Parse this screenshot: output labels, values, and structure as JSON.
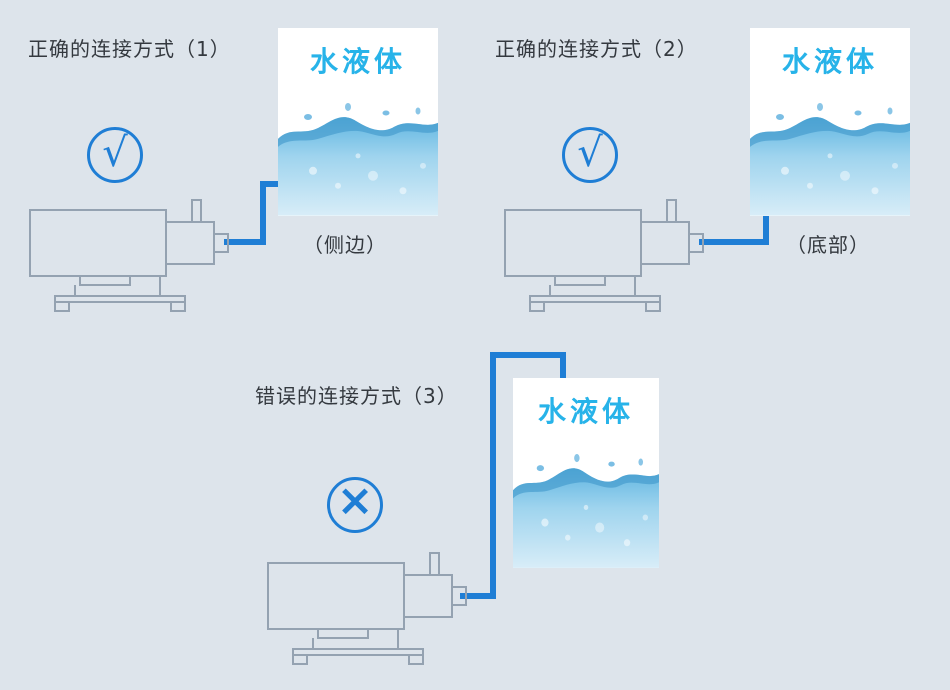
{
  "colors": {
    "background": "#dde4eb",
    "accent_blue": "#1f7ed5",
    "water_label": "#27b3e9",
    "pump_stroke": "#94a2b1",
    "text": "#34393f"
  },
  "diagrams": [
    {
      "title": "正确的连接方式（1）",
      "mark": "check",
      "mark_glyph": "√",
      "tank_label": "水液体",
      "position_label": "（侧边）"
    },
    {
      "title": "正确的连接方式（2）",
      "mark": "check",
      "mark_glyph": "√",
      "tank_label": "水液体",
      "position_label": "（底部）"
    },
    {
      "title": "错误的连接方式（3）",
      "mark": "cross",
      "mark_glyph": "×",
      "tank_label": "水液体",
      "position_label": ""
    }
  ]
}
